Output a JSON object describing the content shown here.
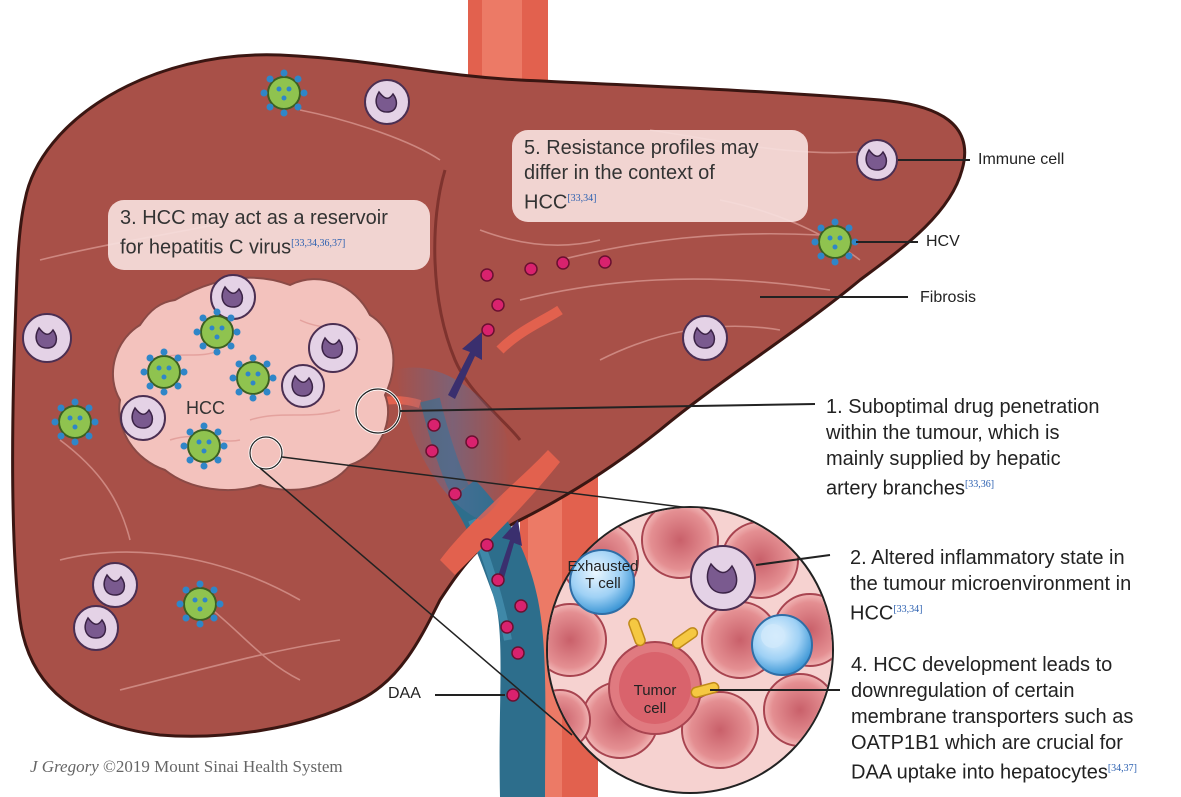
{
  "callouts": {
    "resistance": {
      "text": "5. Resistance profiles may differ in the context of HCC",
      "line1": "5. Resistance profiles may",
      "line2": "differ in the context of",
      "line3": "HCC",
      "ref": "[33,34]"
    },
    "reservoir": {
      "text": "3. HCC may act as a reservoir for hepatitis C virus",
      "line1": "3. HCC may act as a reservoir",
      "line2": "for hepatitis C virus",
      "ref": "[33,34,36,37]"
    }
  },
  "labels": {
    "immune_cell": "Immune cell",
    "hcv": "HCV",
    "fibrosis": "Fibrosis",
    "hcc": "HCC",
    "daa": "DAA",
    "exhausted_t_cell_line1": "Exhausted",
    "exhausted_t_cell_line2": "T cell",
    "tumor_cell_line1": "Tumor",
    "tumor_cell_line2": "cell"
  },
  "steps": {
    "s1": {
      "line1": "1. Suboptimal drug penetration",
      "line2": "within the tumour, which is",
      "line3": "mainly supplied by hepatic",
      "line4": "artery branches",
      "ref": "[33,36]"
    },
    "s2": {
      "line1": "2. Altered inflammatory state in",
      "line2": "the tumour microenvironment in",
      "line3": "HCC",
      "ref": "[33,34]"
    },
    "s4": {
      "line1": "4. HCC development leads to",
      "line2": "downregulation of certain",
      "line3": "membrane transporters such as",
      "line4": "OATP1B1 which are crucial for",
      "line5": "DAA uptake into hepatocytes",
      "ref": "[34,37]"
    }
  },
  "credit": {
    "author": "J Gregory",
    "rest": "©2019 Mount Sinai Health System"
  },
  "colors": {
    "liver": "#a85048",
    "liver_dark": "#7e332e",
    "tumor": "#f3c2bd",
    "artery": "#e2614e",
    "portal_vein": "#2d6e8c",
    "drug_dot": "#d9226e",
    "hcv_body": "#8fc34f",
    "hcv_spike": "#2f86c8",
    "immune_cell": "#e4d2e6",
    "immune_nucleus": "#7a5a8f"
  }
}
